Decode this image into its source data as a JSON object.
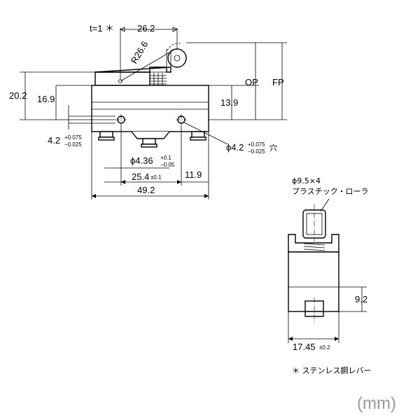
{
  "front_view": {
    "lever_thickness": "t=1 ＊",
    "dim_26_2": "26.2",
    "radius": "R26.6",
    "op": "OP",
    "fp": "FP",
    "dim_20_2": "20.2",
    "dim_16_9": "16.9",
    "dim_13_9": "13.9",
    "hole_small_main": "4.2",
    "hole_small_tol_up": "+0.075",
    "hole_small_tol_dn": "−0.025",
    "hole_mid_main": "ϕ4.36",
    "hole_mid_tol_up": "+0.1",
    "hole_mid_tol_dn": "−0.05",
    "hole_right_main": "ϕ4.2",
    "hole_right_tol_up": "+0.075",
    "hole_right_tol_dn": "−0.025",
    "hole_right_suffix": "穴",
    "pitch_main": "25.4",
    "pitch_tol": "±0.1",
    "dim_11_9": "11.9",
    "dim_49_2": "49.2"
  },
  "side_view": {
    "roller_spec": "ϕ9.5×4",
    "roller_material": "プラスチック・ローラ",
    "dim_9_2": "9.2",
    "width_main": "17.45",
    "width_tol": "±0.2"
  },
  "note": "＊ ステンレス鋼レバー",
  "unit_label": "(mm)"
}
